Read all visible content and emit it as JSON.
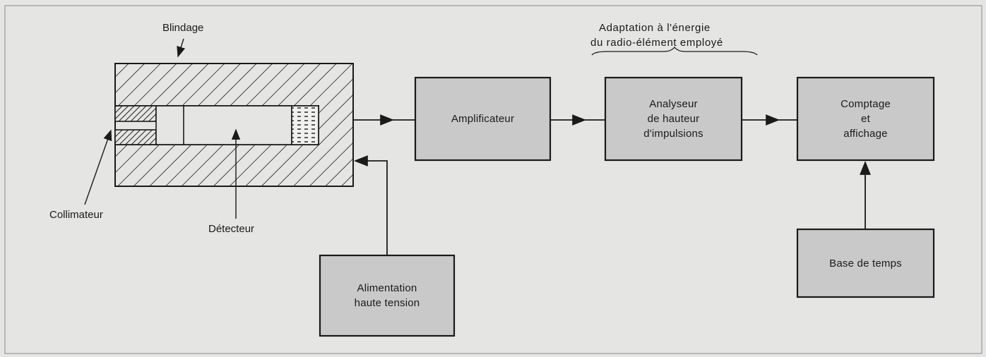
{
  "labels": {
    "blindage": "Blindage",
    "collimateur": "Collimateur",
    "detecteur": "Détecteur",
    "adaptation_line1": "Adaptation à l'énergie",
    "adaptation_line2": "du radio-élément employé"
  },
  "blocks": {
    "amplificateur": [
      "Amplificateur"
    ],
    "analyseur": [
      "Analyseur",
      "de hauteur",
      "d'impulsions"
    ],
    "comptage": [
      "Comptage",
      "et",
      "affichage"
    ],
    "alimentation": [
      "Alimentation",
      "haute tension"
    ],
    "base_temps": [
      "Base de temps"
    ]
  },
  "colors": {
    "background": "#e5e5e4",
    "block_fill": "#c9c9c9",
    "line": "#1a1a1a"
  }
}
